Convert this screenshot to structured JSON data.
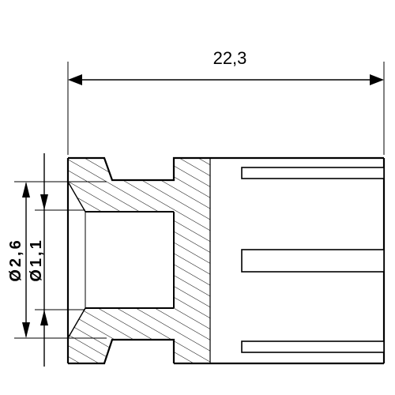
{
  "drawing": {
    "dimensions": {
      "overall_length": "22,3",
      "outer_diameter": "Ø2,6",
      "inner_diameter": "Ø1,1"
    },
    "colors": {
      "line": "#000000",
      "background": "#ffffff"
    }
  }
}
